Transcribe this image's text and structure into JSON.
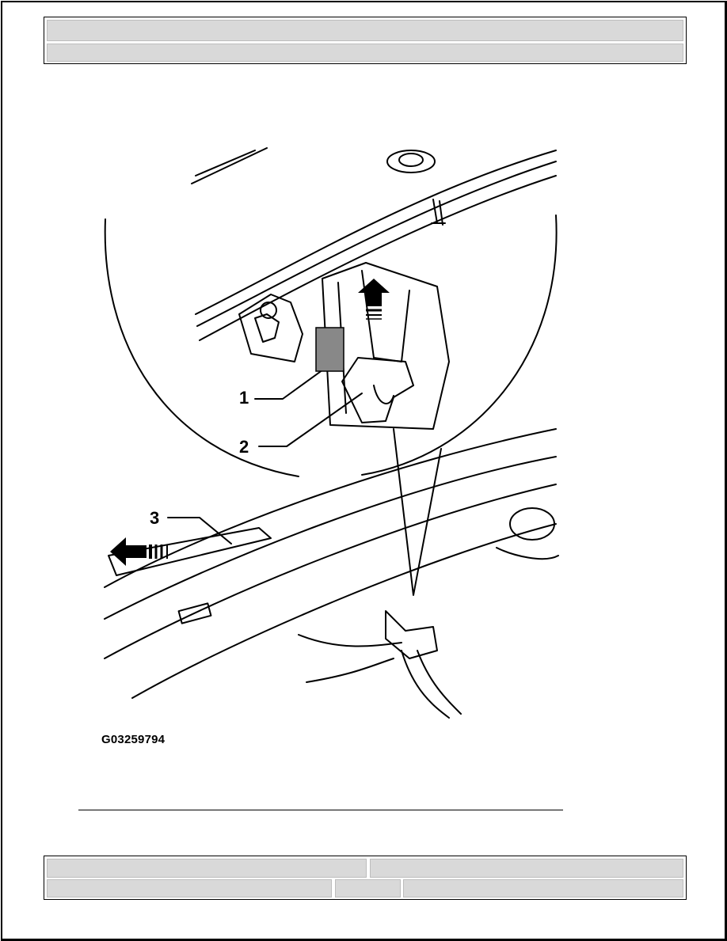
{
  "figure": {
    "caption": "G03259794",
    "callouts": [
      "1",
      "2",
      "3"
    ],
    "icons": [
      "arrow-up-icon",
      "arrow-left-icon"
    ]
  }
}
